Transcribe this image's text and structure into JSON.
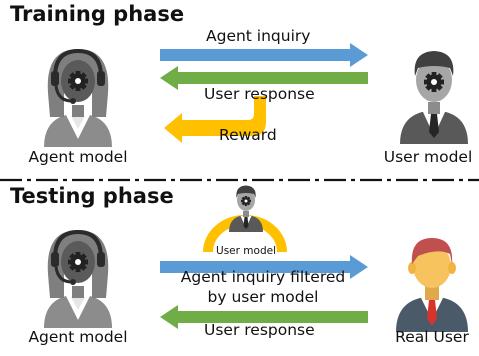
{
  "training": {
    "heading": "Training phase",
    "agent_caption": "Agent model",
    "user_caption": "User model",
    "inquiry_label": "Agent inquiry",
    "response_label": "User response",
    "reward_label": "Reward"
  },
  "testing": {
    "heading": "Testing phase",
    "agent_caption": "Agent model",
    "user_caption": "Real User",
    "filter_caption": "User model",
    "inquiry_line1": "Agent inquiry filtered",
    "inquiry_line2": "by user model",
    "response_label": "User response"
  },
  "colors": {
    "inquiry_arrow": "#5b9bd5",
    "response_arrow": "#70ad47",
    "reward_arrow": "#ffc000",
    "filter_arc": "#ffc000",
    "person_gray_dark": "#595959",
    "person_gray_light": "#a6a6a6",
    "skin": "#f7c35f",
    "hair": "#c0504d",
    "suit": "#4a5a68",
    "tie": "#d9342b"
  },
  "icons": {
    "agent": "headset-agent-icon",
    "user_model": "gear-head-user-icon",
    "real_user": "businessman-icon",
    "filter": "gear-head-user-icon"
  }
}
